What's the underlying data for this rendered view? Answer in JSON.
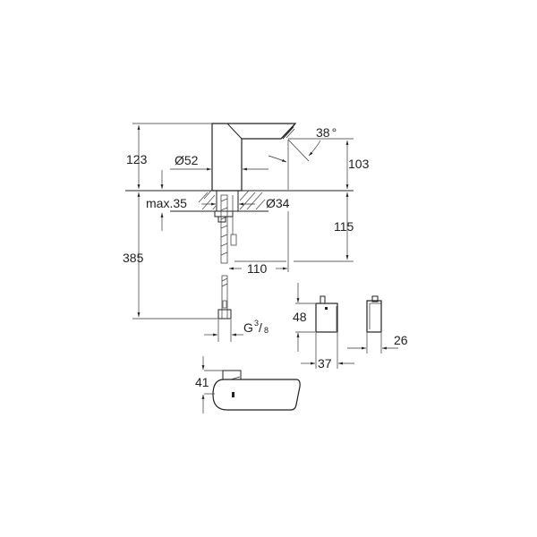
{
  "drawing": {
    "type": "technical dimension drawing",
    "subject": "sensor basin faucet",
    "units": "mm"
  },
  "dimensions": {
    "height_above_deck": "123",
    "spout_diameter": "Ø52",
    "spout_angle": "38",
    "spout_angle_unit": "°",
    "outlet_height": "103",
    "deck_thickness": "max.35",
    "hole_diameter": "Ø34",
    "below_deck_to_box": "115",
    "hose_length": "385",
    "reach_offset": "110",
    "thread_prefix": "G",
    "thread_num": "3",
    "thread_den": "8",
    "box_height": "48",
    "box_width": "37",
    "box_depth": "26",
    "top_view_width": "41"
  }
}
